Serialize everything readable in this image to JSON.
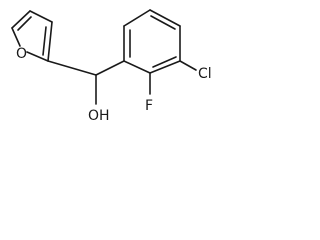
{
  "molecule": {
    "atom_labels": {
      "furan_oxygen": "O",
      "hydroxyl": "OH",
      "chlorine": "Cl",
      "fluorine": "F"
    },
    "colors": {
      "bond": "#1a1a1a",
      "text": "#1a1a1a",
      "background": "#ffffff"
    }
  }
}
